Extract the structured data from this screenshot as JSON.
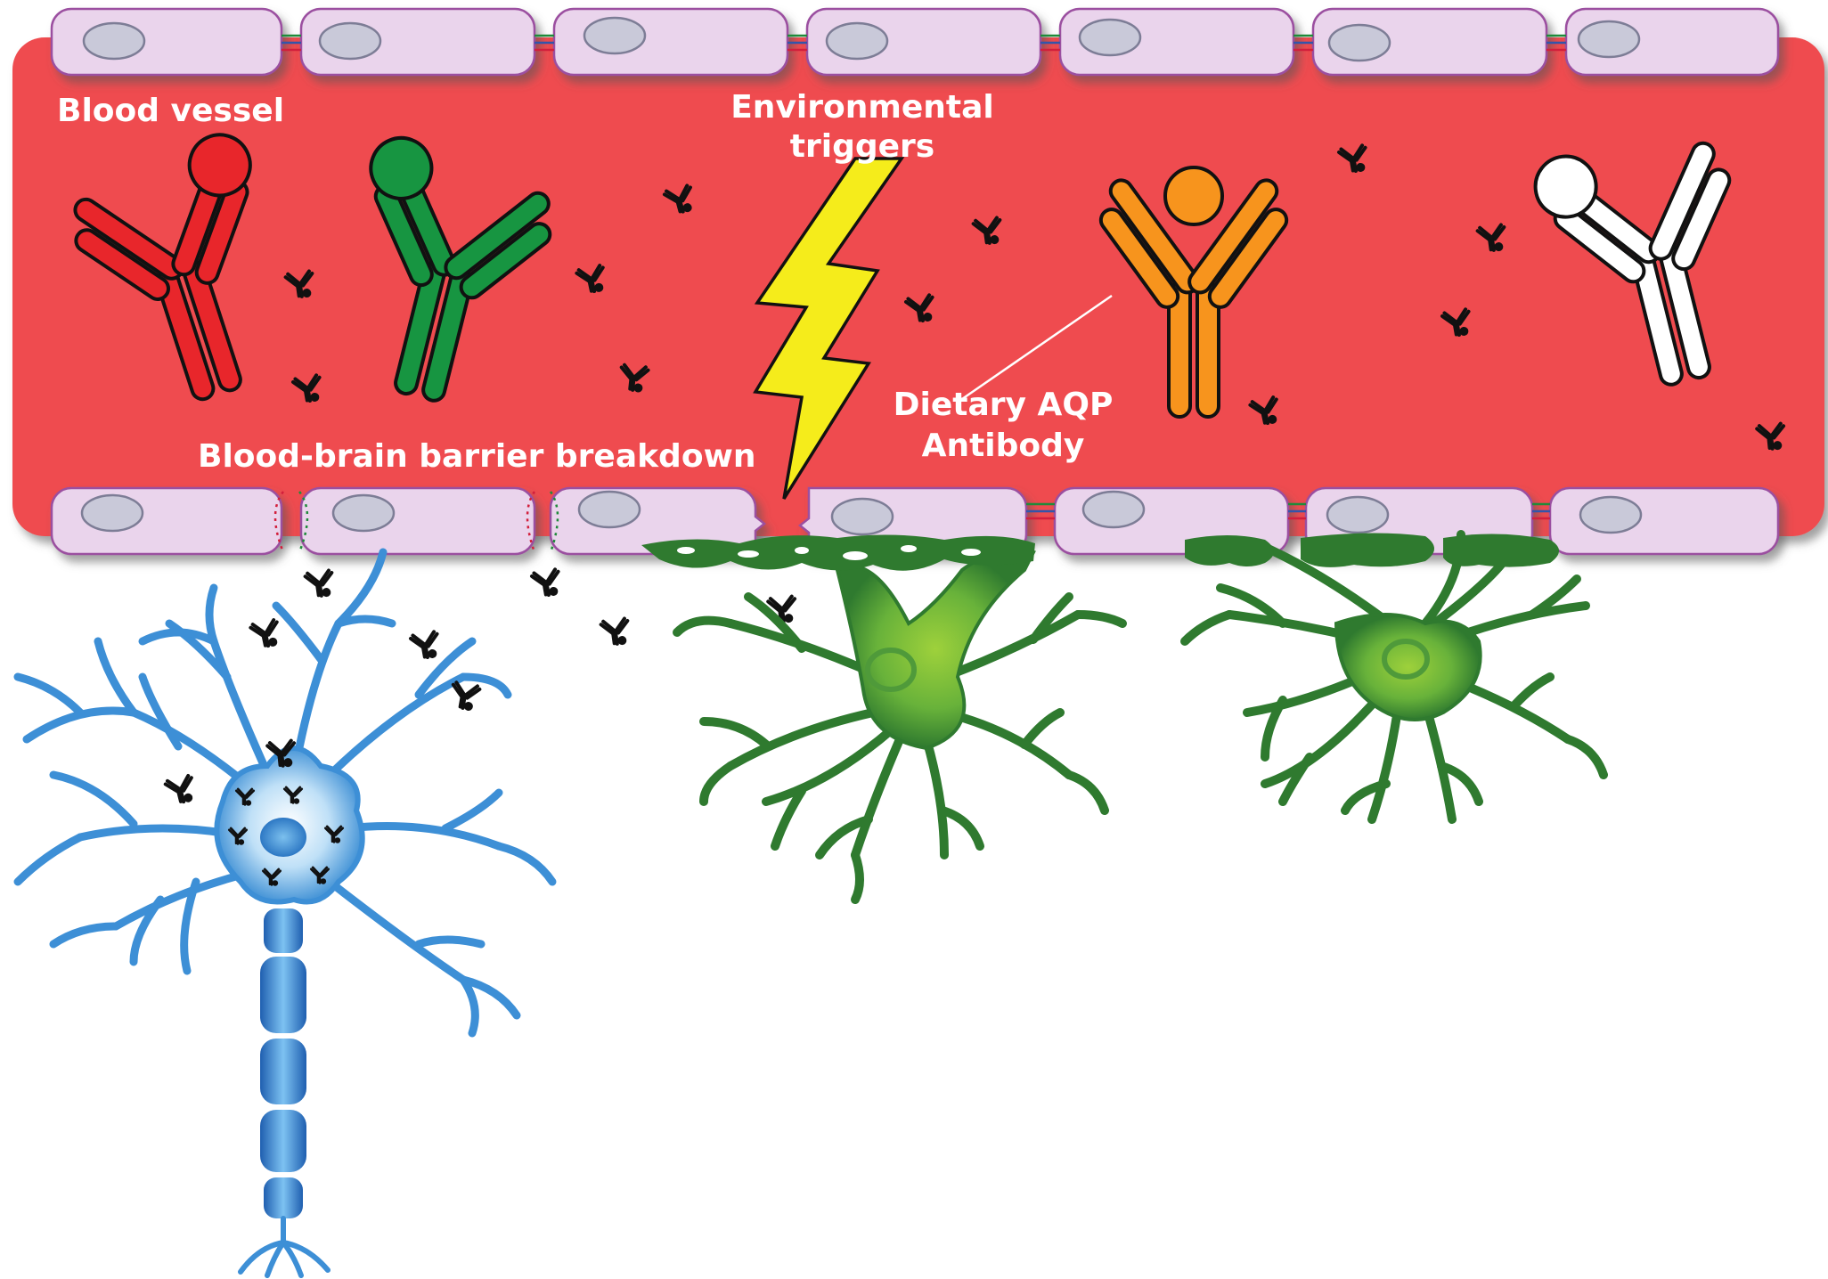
{
  "labels": {
    "blood_vessel": "Blood vessel",
    "environmental_1": "Environmental",
    "environmental_2": "triggers",
    "bbb_breakdown": "Blood-brain barrier breakdown",
    "dietary_1": "Dietary AQP",
    "dietary_2": "Antibody"
  },
  "colors": {
    "vessel_lumen": "#ef4c4f",
    "endothelial_cell": "#ead4ec",
    "endothelial_border": "#9b4fa0",
    "nucleus": "#c9c9d9",
    "antibody_red": "#e8262b",
    "antibody_green": "#179541",
    "antibody_orange": "#f7941d",
    "antibody_white": "#ffffff",
    "lightning": "#f5ec1b",
    "neuron": "#3d8fd6",
    "astrocyte": "#2f7a2f"
  },
  "icons": {
    "trigger": "lightning-bolt-icon",
    "antibody": "antibody-icon",
    "neuron": "neuron-icon",
    "astrocyte": "astrocyte-icon"
  }
}
